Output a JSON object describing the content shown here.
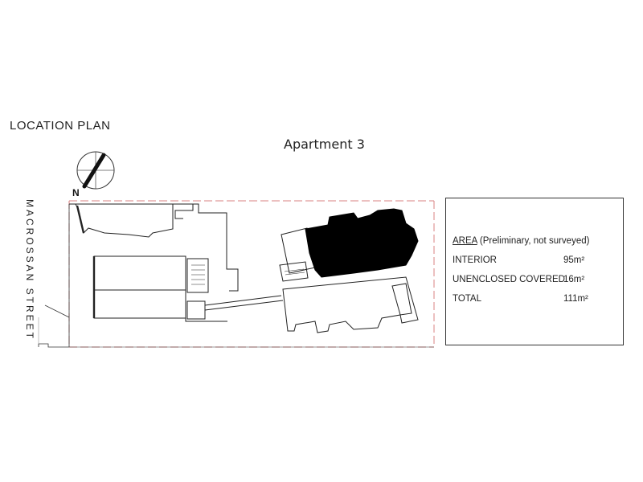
{
  "titles": {
    "location_plan": "LOCATION PLAN",
    "apartment": "Apartment 3"
  },
  "compass": {
    "north_label": "N"
  },
  "street": {
    "name": "MACROSSAN STREET"
  },
  "area": {
    "heading": "AREA",
    "heading_note": "(Preliminary, not surveyed)",
    "rows": [
      {
        "label": "INTERIOR",
        "value": "95m²"
      },
      {
        "label": "UNENCLOSED COVERED",
        "value": "16m²"
      },
      {
        "label": "TOTAL",
        "value": "111m²"
      }
    ]
  },
  "colors": {
    "apartment_fill": "#000000",
    "boundary_line": "#d98080",
    "wall_line": "#222222"
  }
}
